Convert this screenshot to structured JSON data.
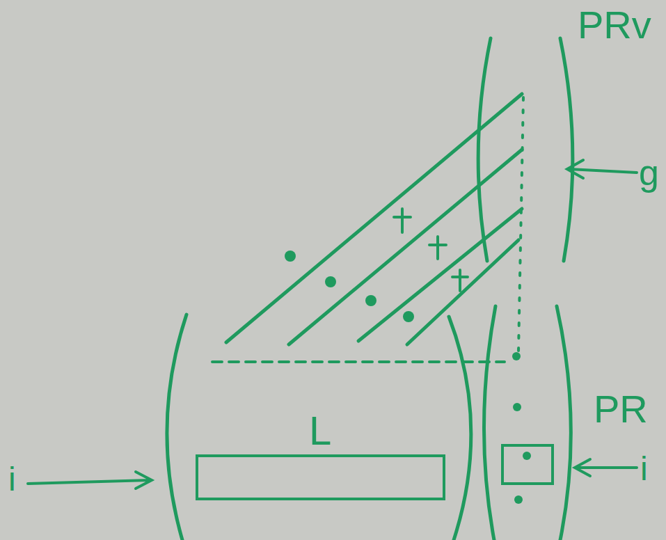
{
  "diagram": {
    "nodes": [
      {
        "text": [
          "PRv"
        ]
      },
      {
        "text": [
          "L"
        ]
      },
      {
        "text": [
          "PR"
        ]
      }
    ],
    "labels": [
      "g",
      "i",
      "i"
    ]
  }
}
